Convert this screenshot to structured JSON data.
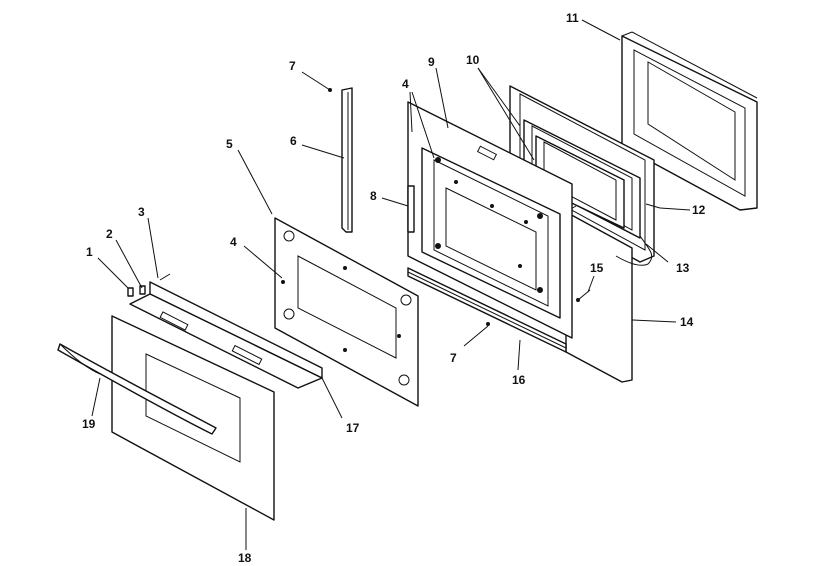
{
  "callouts": {
    "c1": "1",
    "c2": "2",
    "c3": "3",
    "c4a": "4",
    "c4b": "4",
    "c5": "5",
    "c6": "6",
    "c7a": "7",
    "c7b": "7",
    "c8": "8",
    "c9": "9",
    "c10": "10",
    "c11": "11",
    "c12": "12",
    "c13": "13",
    "c14": "14",
    "c15": "15",
    "c16": "16",
    "c17": "17",
    "c18": "18",
    "c19": "19"
  }
}
